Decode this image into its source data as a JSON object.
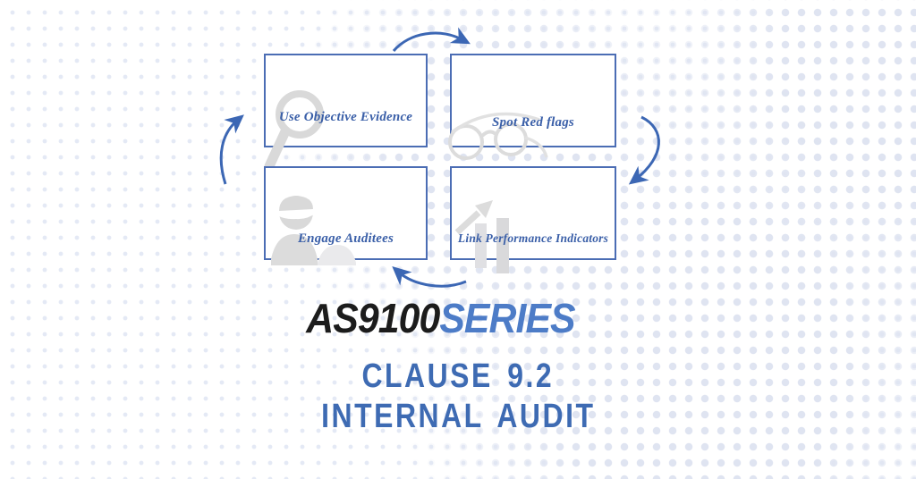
{
  "title": {
    "brand_black": "AS9100",
    "brand_blue": "SERIES",
    "clause_line1": "CLAUSE 9.2",
    "clause_line2": "INTERNAL AUDIT"
  },
  "cycle": {
    "flow": "clockwise",
    "steps": [
      {
        "label": "Use Objective Evidence",
        "icon": "magnifier-icon"
      },
      {
        "label": "Spot Red flags",
        "icon": "eyeglasses-icon"
      },
      {
        "label": "Engage Auditees",
        "icon": "auditor-person-icon"
      },
      {
        "label": "Link Performance Indicators",
        "icon": "bar-chart-growth-icon"
      }
    ]
  },
  "colors": {
    "accent_blue": "#3e6bb3",
    "series_blue": "#4d7cc7",
    "brand_black": "#1c1c1c",
    "box_border_blue": "#4b6db4",
    "label_blue": "#3a5fa8",
    "arrow_blue": "#3c67b4",
    "watermark_gray": "#d9d9d9",
    "dot_lavender": "#e4e9f5"
  }
}
